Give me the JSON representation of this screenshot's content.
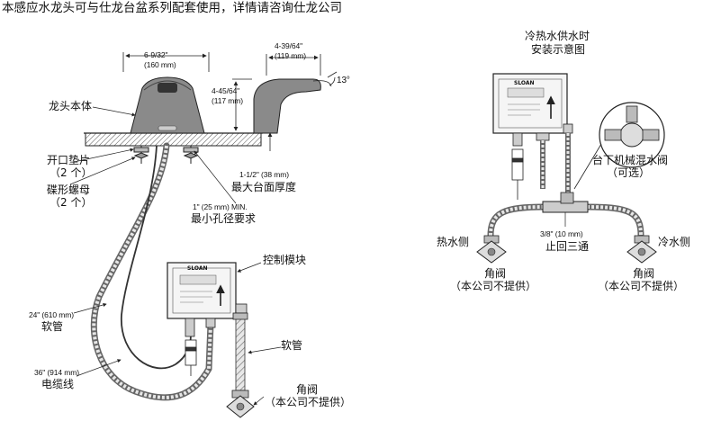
{
  "header": "本感应水龙头可与仕龙台盆系列配套使用，详情请咨询仕龙公司",
  "left": {
    "faucet_width_in": "6-9/32\"",
    "faucet_width_mm": "(160 mm)",
    "spout_len_in": "4-39/64\"",
    "spout_len_mm": "(119 mm)",
    "spout_height_in": "4-45/64\"",
    "spout_height_mm": "(117 mm)",
    "angle": "13°",
    "body_label": "龙头本体",
    "gasket_label": "开口垫片",
    "gasket_qty": "（2 个）",
    "nut_label": "碟形螺母",
    "nut_qty": "（2 个）",
    "deck_thickness_dim": "1-1/2\" (38 mm)",
    "deck_thickness_label": "最大台面厚度",
    "hole_dim": "1\" (25 mm) MIN.",
    "hole_label": "最小孔径要求",
    "control_label": "控制模块",
    "hose1_dim": "24\" (610 mm)",
    "hose1_label": "软管",
    "hose2_label": "软管",
    "cable_dim": "36\" (914 mm)",
    "cable_label": "电缆线",
    "angle_valve": "角阀",
    "angle_valve_note": "（本公司不提供）",
    "logo": "SLOAN"
  },
  "right": {
    "title_line1": "冷热水供水时",
    "title_line2": "安装示意图",
    "mixing_valve": "台下机械混水阀",
    "mixing_valve_note": "（可选）",
    "hot_side": "热水侧",
    "cold_side": "冷水侧",
    "tee_dim": "3/8\" (10 mm)",
    "tee_label": "止回三通",
    "angle_valve_left": "角阀",
    "angle_valve_left_note": "（本公司不提供）",
    "angle_valve_right": "角阀",
    "angle_valve_right_note": "（本公司不提供）",
    "logo": "SLOAN"
  }
}
